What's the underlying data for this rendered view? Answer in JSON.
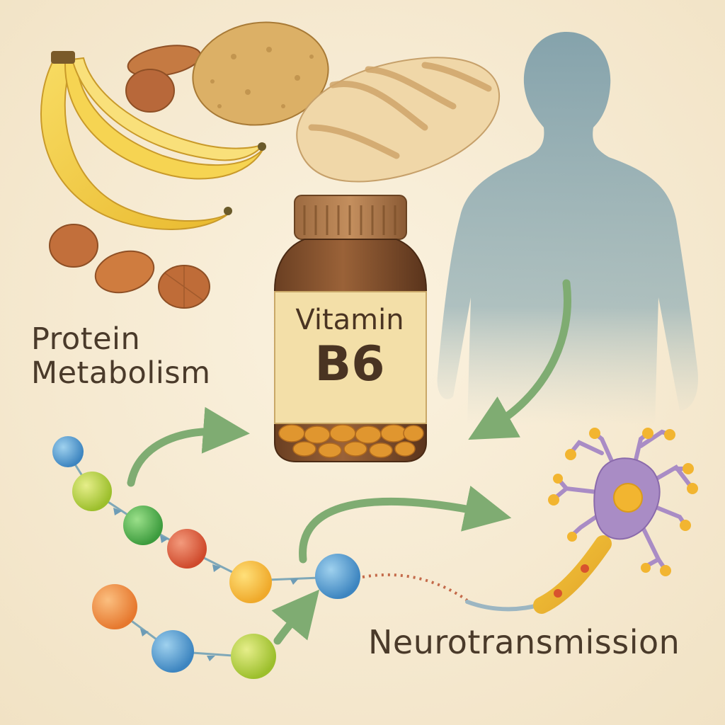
{
  "labels": {
    "protein_metabolism_line1": "Protein",
    "protein_metabolism_line2": "Metabolism",
    "vitamin_line1": "Vitamin",
    "vitamin_line2": "B6",
    "neurotransmission": "Neurotransmission"
  },
  "colors": {
    "background": "#f6ead2",
    "banana": "#f2cf4a",
    "almond": "#c8773f",
    "potato": "#ddb464",
    "chicken": "#f0d8ab",
    "jar": "#7a4a2a",
    "jar_label": "#f3dfa8",
    "body_silhouette": "#8aa9b2",
    "arrow": "#7fac72",
    "neuron": "#a98cc5",
    "neuron_nucleus": "#f2b530"
  },
  "icons": [
    "banana-icon",
    "almond-icon",
    "potato-icon",
    "chicken-breast-icon",
    "vitamin-jar-icon",
    "human-silhouette-icon",
    "amino-acid-chain-icon",
    "neuron-icon",
    "arrow-icon"
  ]
}
